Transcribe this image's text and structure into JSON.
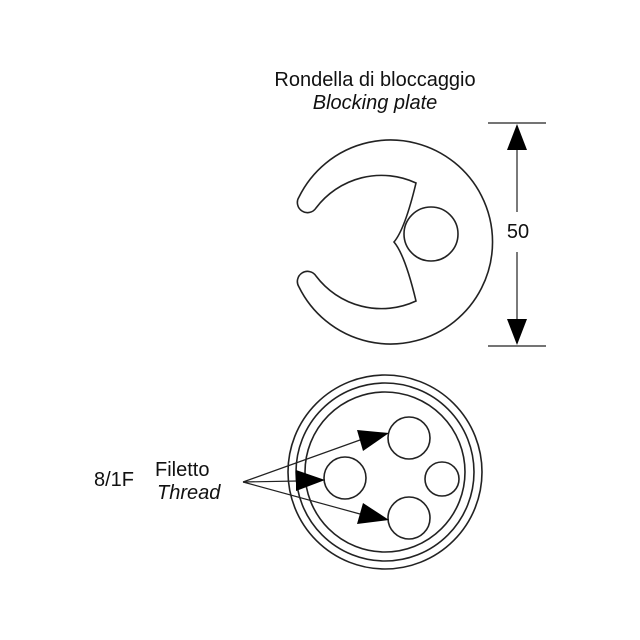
{
  "plate": {
    "label_it": "Rondella di bloccaggio",
    "label_en": "Blocking plate",
    "dimension": "50"
  },
  "thread": {
    "size": "8/1F",
    "label_it": "Filetto",
    "label_en": "Thread"
  }
}
